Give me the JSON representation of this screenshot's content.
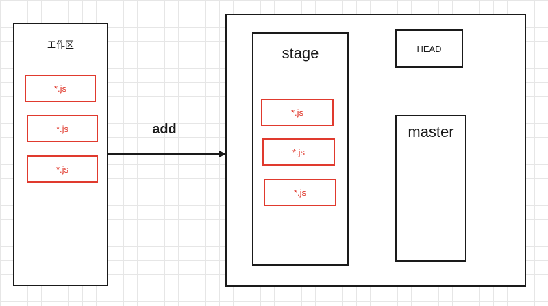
{
  "workspace": {
    "title": "工作区",
    "files": [
      "*.js",
      "*.js",
      "*.js"
    ]
  },
  "stage": {
    "title": "stage",
    "files": [
      "*.js",
      "*.js",
      "*.js"
    ]
  },
  "head": {
    "label": "HEAD"
  },
  "master": {
    "label": "master"
  },
  "edge": {
    "add_label": "add"
  },
  "colors": {
    "file_border": "#e03a2e",
    "box_border": "#1a1a1a",
    "grid": "#e6e6e6"
  }
}
